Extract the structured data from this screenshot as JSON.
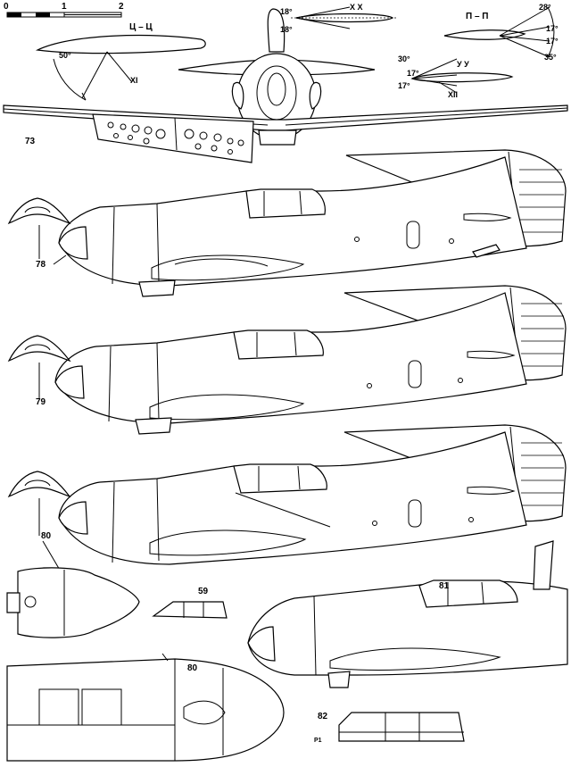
{
  "scale_bar": {
    "ticks": [
      "0",
      "1",
      "2"
    ]
  },
  "sections": {
    "c_c": {
      "title": "Ц – Ц",
      "angle": "50°",
      "ref": "XI"
    },
    "x_x": {
      "title": "Х   Х",
      "angle_top": "18°",
      "angle_bottom": "18°"
    },
    "p_p": {
      "title": "П – П",
      "angle_1": "28°",
      "angle_2": "17°",
      "angle_3": "17°",
      "angle_4": "35°"
    },
    "u_u": {
      "title": "У   У",
      "angle_1": "30°",
      "angle_2": "17°",
      "angle_3": "17°",
      "ref": "XII"
    }
  },
  "callouts": {
    "wing": "73",
    "profile_1": "78",
    "profile_2": "79",
    "profile_3": "80",
    "nose_detail": "80",
    "canopy_small": "59",
    "fuselage_detail": "81",
    "canopy_strip": "82",
    "strip_marks": "P1"
  }
}
